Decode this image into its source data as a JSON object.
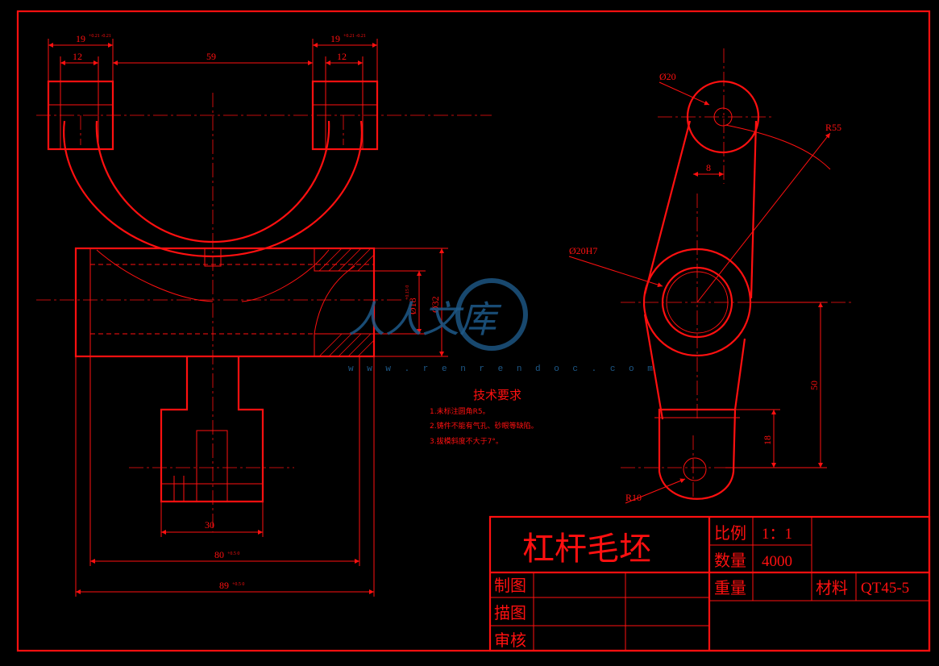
{
  "drawing": {
    "front_view_dims": {
      "top_left_width": "19",
      "top_left_width_tol": "+0.21 -0.21",
      "top_left_inner": "12",
      "top_span": "59",
      "top_right_width": "19",
      "top_right_width_tol": "+0.21 -0.21",
      "top_right_inner": "12",
      "bore_dia": "Ø18",
      "bore_dia_tol": "+0.15 0",
      "boss_dia": "Ø32",
      "stem_width": "30",
      "overall_inner": "80",
      "overall_inner_tol": "+0.5 0",
      "overall_outer": "89",
      "overall_outer_tol": "+0.5 0"
    },
    "side_view_dims": {
      "top_hole": "Ø20",
      "radius_large": "R55",
      "offset": "8",
      "center_bore": "Ø20H7",
      "center_distance": "50",
      "lower_height": "18",
      "bottom_radius": "R10"
    },
    "tech_requirements": {
      "title": "技术要求",
      "items": [
        "1.未标注圆角R5。",
        "2.铸件不能有气孔、砂眼等缺陷。",
        "3.拔模斜度不大于7°。"
      ]
    },
    "watermark": {
      "text": "人人文库",
      "url": "w w w . r e n r e n d o c . c o m"
    }
  },
  "title_block": {
    "part_name": "杠杆毛坯",
    "scale_label": "比例",
    "scale_value": "1：1",
    "qty_label": "数量",
    "qty_value": "4000",
    "weight_label": "重量",
    "material_label": "材料",
    "material_value": "QT45-5",
    "drawn_label": "制图",
    "traced_label": "描图",
    "checked_label": "审核"
  },
  "colors": {
    "line": "#ff1010",
    "background": "#000000",
    "watermark": "#1e5a8a"
  }
}
